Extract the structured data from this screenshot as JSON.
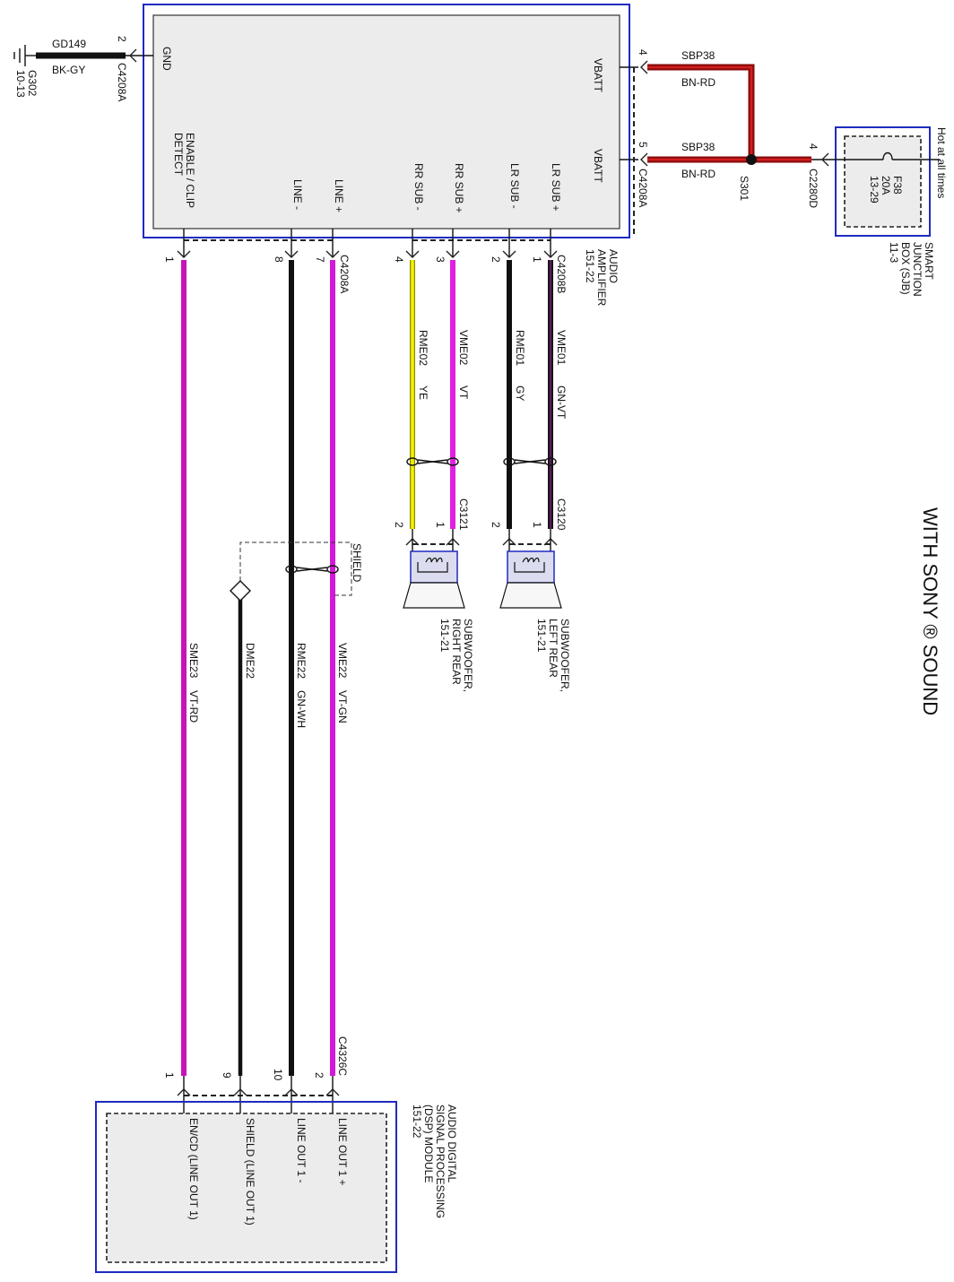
{
  "title": "WITH SONY ® SOUND",
  "ground": {
    "pin": "2",
    "connector": "C4208A",
    "circuit": "GD149",
    "color": "BK-GY",
    "ground_id": "G302",
    "ground_ref": "10-13",
    "pin_label": "GND"
  },
  "amplifier": {
    "name_lines": [
      "AUDIO",
      "AMPLIFIER",
      "151-22"
    ],
    "vbatt_label": "VBATT",
    "vbatt_pins": [
      "4",
      "5"
    ],
    "vbatt_connector": "C4208A",
    "vbatt_circuit": "SBP38",
    "vbatt_color": "BN-RD",
    "pin_labels": [
      "ENABLE / CLIP",
      "DETECT",
      "LINE -",
      "LINE +",
      "RR SUB -",
      "RR SUB +",
      "LR SUB -",
      "LR SUB +"
    ]
  },
  "splice": "S301",
  "sjb": {
    "pin": "4",
    "connector": "C2280D",
    "fuse_id": "F38",
    "fuse_rating": "20A",
    "fuse_ref": "13-29",
    "hot_label": "Hot at all times",
    "name_lines": [
      "SMART",
      "JUNCTION",
      "BOX (SJB)",
      "11-3"
    ]
  },
  "top_connectors": {
    "c4208a": "C4208A",
    "c4208b": "C4208B",
    "pins_a": [
      "1",
      "8",
      "7"
    ],
    "pins_b": [
      "4",
      "3",
      "2",
      "1"
    ]
  },
  "wires": [
    {
      "circuit": "VME01",
      "color": "GN-VT",
      "hex": "#5a1a5e"
    },
    {
      "circuit": "RME01",
      "color": "GY",
      "hex": "#111111"
    },
    {
      "circuit": "VME02",
      "color": "VT",
      "hex": "#e020e0"
    },
    {
      "circuit": "RME02",
      "color": "YE",
      "hex": "#f2f200"
    },
    {
      "circuit": "VME22",
      "color": "VT-GN",
      "hex": "#d318d8"
    },
    {
      "circuit": "RME22",
      "color": "GN-WH",
      "hex": "#111111"
    },
    {
      "circuit": "DME22",
      "color": "",
      "hex": "#111111"
    },
    {
      "circuit": "SME23",
      "color": "VT-RD",
      "hex": "#c514b8"
    }
  ],
  "shield_label": "SHIELD",
  "speakers": {
    "left": {
      "connector": "C3120",
      "pins": [
        "2",
        "1"
      ],
      "name_lines": [
        "SUBWOOFER,",
        "LEFT REAR",
        "151-21"
      ]
    },
    "right": {
      "connector": "C3121",
      "pins": [
        "2",
        "1"
      ],
      "name_lines": [
        "SUBWOOFER,",
        "RIGHT REAR",
        "151-21"
      ]
    }
  },
  "dsp": {
    "connector": "C4326C",
    "pins": [
      "2",
      "10",
      "9",
      "1"
    ],
    "pin_labels": [
      "LINE OUT 1 +",
      "LINE OUT 1 -",
      "SHIELD (LINE OUT 1)",
      "EN/CD (LINE OUT 1)"
    ],
    "name_lines": [
      "AUDIO DIGITAL",
      "SIGNAL PROCESSING",
      "(DSP) MODULE",
      "151-22"
    ]
  },
  "colors": {
    "module_border": "#1e2bbf",
    "battery_wire": "#8b0a0a",
    "battery_wire_core": "#d11f1f"
  }
}
